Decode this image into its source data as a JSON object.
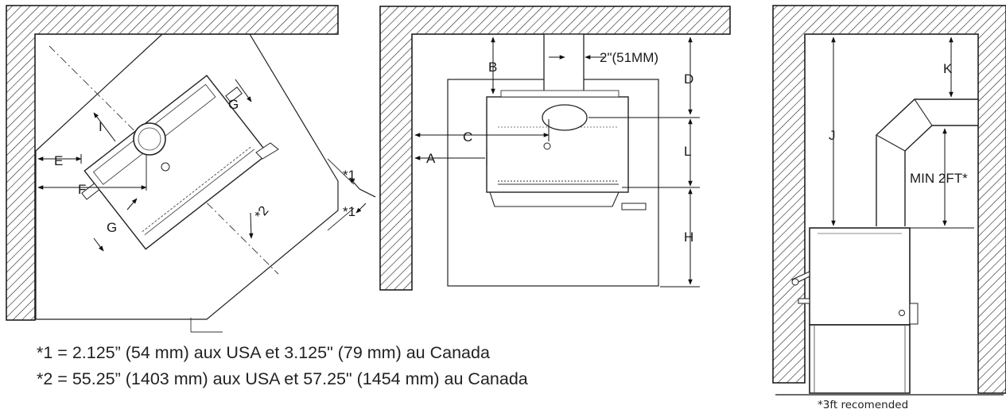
{
  "labels": {
    "corner": {
      "E": "E",
      "F": "F",
      "G_top": "G",
      "G_bottom": "G",
      "I": "I",
      "star1_top": "*1",
      "star1_bottom": "*1",
      "star2": "*2"
    },
    "front": {
      "A": "A",
      "B": "B",
      "C": "C",
      "D": "D",
      "L": "L",
      "H": "H",
      "pipe": "2\"(51MM)"
    },
    "side": {
      "J": "J",
      "K": "K",
      "min": "MIN 2FT*"
    }
  },
  "notes": {
    "note1": "*1 = 2.125” (54 mm) aux USA et 3.125\" (79 mm) au Canada",
    "note2": "*2 = 55.25” (1403 mm) aux USA et 57.25\" (1454 mm) au Canada",
    "footnote": "*3ft recomended"
  }
}
